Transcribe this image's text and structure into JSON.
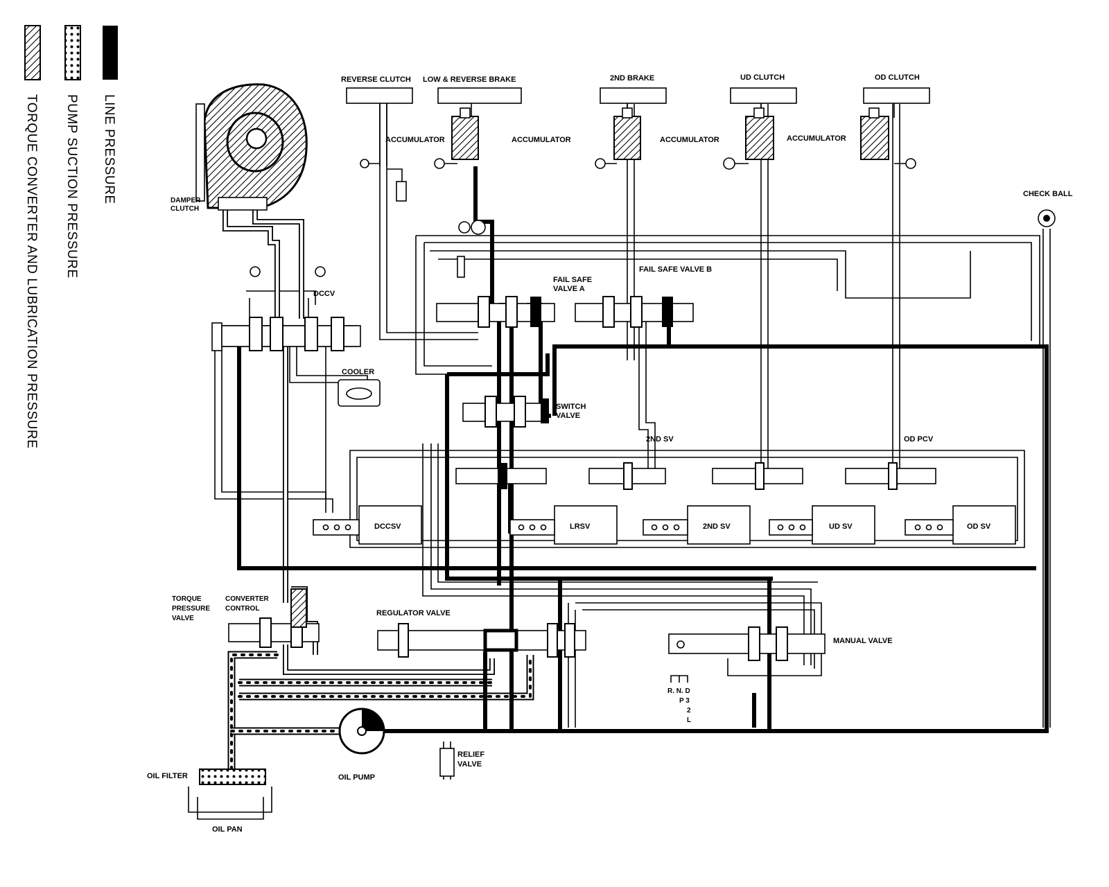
{
  "legend": {
    "line_pressure": "LINE PRESSURE",
    "pump_suction_pressure": "PUMP SUCTION PRESSURE",
    "torque_converter_lubrication": "TORQUE CONVERTER AND LUBRICATION PRESSURE"
  },
  "labels": {
    "reverse_clutch": "REVERSE CLUTCH",
    "low_reverse_brake": "LOW & REVERSE BRAKE",
    "second_brake": "2ND BRAKE",
    "ud_clutch": "UD CLUTCH",
    "od_clutch": "OD CLUTCH",
    "accumulator": "ACCUMULATOR",
    "check_ball": "CHECK BALL",
    "damper_clutch_1": "DAMPER",
    "damper_clutch_2": "CLUTCH",
    "dccv": "DCCV",
    "fail_safe_a_1": "FAIL SAFE",
    "fail_safe_a_2": "VALVE A",
    "fail_safe_b": "FAIL SAFE VALVE B",
    "cooler": "COOLER",
    "switch_valve_1": "SWITCH",
    "switch_valve_2": "VALVE",
    "second_sv_top": "2ND SV",
    "od_pcv": "OD PCV",
    "dccsv": "DCCSV",
    "lrsv": "LRSV",
    "second_sv": "2ND SV",
    "ud_sv": "UD SV",
    "od_sv": "OD SV",
    "torque_pressure_1": "TORQUE",
    "torque_pressure_2": "PRESSURE",
    "torque_pressure_3": "VALVE",
    "converter_control_1": "CONVERTER",
    "converter_control_2": "CONTROL",
    "regulator_valve": "REGULATOR VALVE",
    "manual_valve": "MANUAL VALVE",
    "relief_valve_1": "RELIEF",
    "relief_valve_2": "VALVE",
    "oil_filter": "OIL FILTER",
    "oil_pump": "OIL PUMP",
    "oil_pan": "OIL PAN",
    "gear_rnd": "R. N. D",
    "gear_p3": "P  3",
    "gear_2": "2",
    "gear_l": "L"
  }
}
